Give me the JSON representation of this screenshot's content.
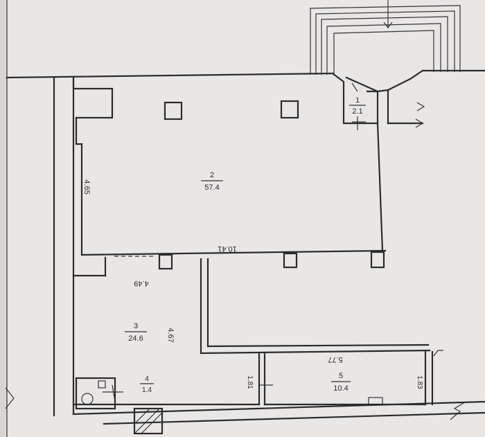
{
  "rooms": [
    {
      "number": "1",
      "area": "2.1"
    },
    {
      "number": "2",
      "area": "57.4"
    },
    {
      "number": "3",
      "area": "24.6"
    },
    {
      "number": "4",
      "area": "1.4"
    },
    {
      "number": "5",
      "area": "10.4"
    }
  ],
  "dimensions": {
    "left_wall": "4.65",
    "room2_width": "10.41",
    "room3_width": "4.49",
    "room3_height": "4.67",
    "room5_width": "5.77",
    "room5_left_height": "1.81",
    "room5_right_height": "1.83"
  },
  "colors": {
    "paper": "#e9e7e6",
    "line": "#2b2b2b"
  }
}
